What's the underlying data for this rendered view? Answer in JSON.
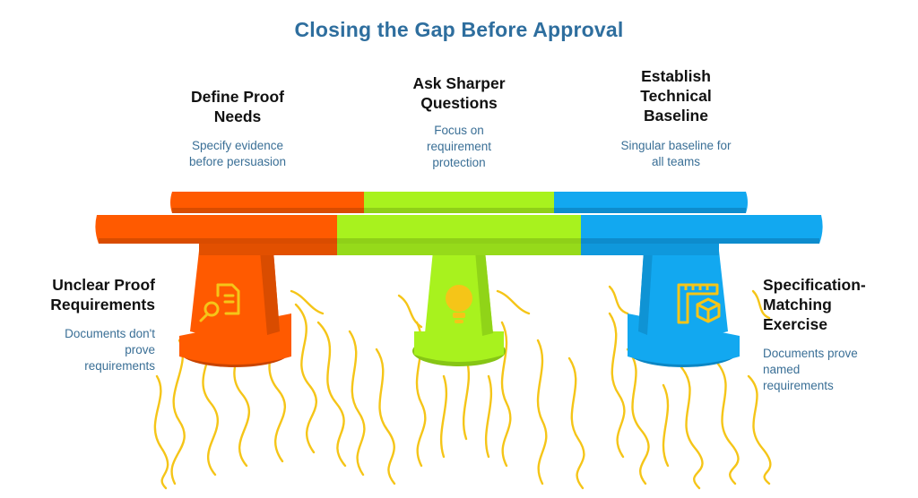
{
  "title": "Closing the Gap Before Approval",
  "steps": [
    {
      "heading": "Define Proof\nNeeds",
      "description": "Specify evidence\nbefore persuasion",
      "color": "#ff5a00"
    },
    {
      "heading": "Ask Sharper\nQuestions",
      "description": "Focus on\nrequirement\nprotection",
      "color": "#a8f21e"
    },
    {
      "heading": "Establish\nTechnical\nBaseline",
      "description": "Singular baseline for\nall teams",
      "color": "#12a8f0"
    }
  ],
  "sides": {
    "left": {
      "heading": "Unclear Proof\nRequirements",
      "description": "Documents don't\nprove\nrequirements",
      "icon": "document-search-icon"
    },
    "right": {
      "heading": "Specification-\nMatching\nExercise",
      "description": "Documents prove\nnamed\nrequirements",
      "icon": "ruler-box-icon"
    }
  },
  "center_icon": "lightbulb-icon",
  "accent_colors": {
    "orange": "#ff5a00",
    "green": "#a8f21e",
    "blue": "#12a8f0",
    "squiggle": "#f5c518",
    "title": "#2e6e9e"
  }
}
